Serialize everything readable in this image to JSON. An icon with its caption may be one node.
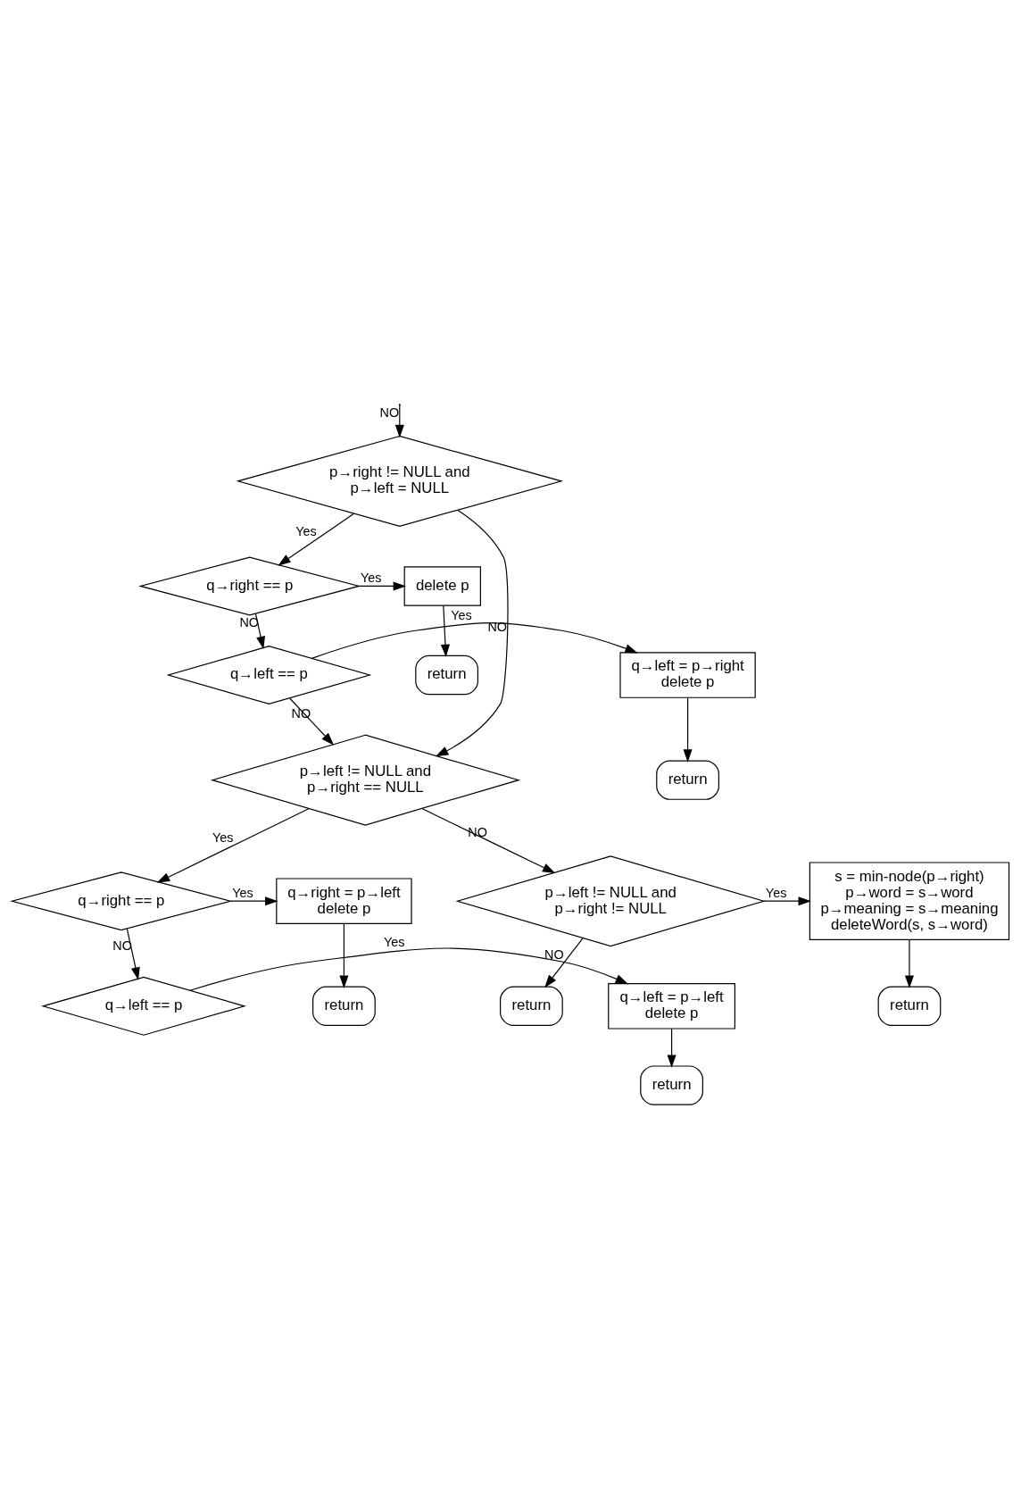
{
  "diagram": {
    "nodes": [
      {
        "text": [
          "p→right != NULL and p→left = NULL"
        ]
      },
      {
        "text": [
          "q→right == p"
        ]
      },
      {
        "text": [
          "delete p"
        ]
      },
      {
        "text": [
          "return"
        ]
      },
      {
        "text": [
          "q→left == p"
        ]
      },
      {
        "text": [
          "q→left = p→right delete p"
        ]
      },
      {
        "text": [
          "return"
        ]
      },
      {
        "text": [
          "p→left != NULL and p→right == NULL"
        ]
      },
      {
        "text": [
          "q→right == p"
        ]
      },
      {
        "text": [
          "q→right = p→left delete p"
        ]
      },
      {
        "text": [
          "return"
        ]
      },
      {
        "text": [
          "q→left == p"
        ]
      },
      {
        "text": [
          "q→left = p→left delete p"
        ]
      },
      {
        "text": [
          "return"
        ]
      },
      {
        "text": [
          "p→left != NULL and p→right != NULL"
        ]
      },
      {
        "text": [
          "s = min-node(p→right) p→word = s→word p→meaning = s→meaning deleteWord(s, s→word)"
        ]
      },
      {
        "text": [
          "return"
        ]
      },
      {
        "text": [
          "return"
        ]
      }
    ],
    "edges": [
      {
        "from": null,
        "to": 0,
        "arrow": "to",
        "label": "NO"
      },
      {
        "from": 0,
        "to": 1,
        "arrow": "to",
        "label": "Yes"
      },
      {
        "from": 1,
        "to": 2,
        "arrow": "to",
        "label": "Yes"
      },
      {
        "from": 2,
        "to": 3,
        "arrow": "to"
      },
      {
        "from": 1,
        "to": 4,
        "arrow": "to",
        "label": "NO"
      },
      {
        "from": 4,
        "to": 5,
        "arrow": "to",
        "label": "Yes"
      },
      {
        "from": 5,
        "to": 6,
        "arrow": "to"
      },
      {
        "from": 0,
        "to": 7,
        "arrow": "to",
        "label": "NO"
      },
      {
        "from": 4,
        "to": 7,
        "arrow": "to",
        "label": "NO"
      },
      {
        "from": 7,
        "to": 8,
        "arrow": "to",
        "label": "Yes"
      },
      {
        "from": 8,
        "to": 9,
        "arrow": "to",
        "label": "Yes"
      },
      {
        "from": 9,
        "to": 10,
        "arrow": "to"
      },
      {
        "from": 8,
        "to": 11,
        "arrow": "to",
        "label": "NO"
      },
      {
        "from": 11,
        "to": 12,
        "arrow": "to",
        "label": "Yes"
      },
      {
        "from": 12,
        "to": 13,
        "arrow": "to"
      },
      {
        "from": 7,
        "to": 14,
        "arrow": "to",
        "label": "NO"
      },
      {
        "from": 14,
        "to": 15,
        "arrow": "to",
        "label": "Yes"
      },
      {
        "from": 15,
        "to": 16,
        "arrow": "to"
      },
      {
        "from": 14,
        "to": 17,
        "arrow": "to",
        "label": "NO"
      }
    ]
  }
}
